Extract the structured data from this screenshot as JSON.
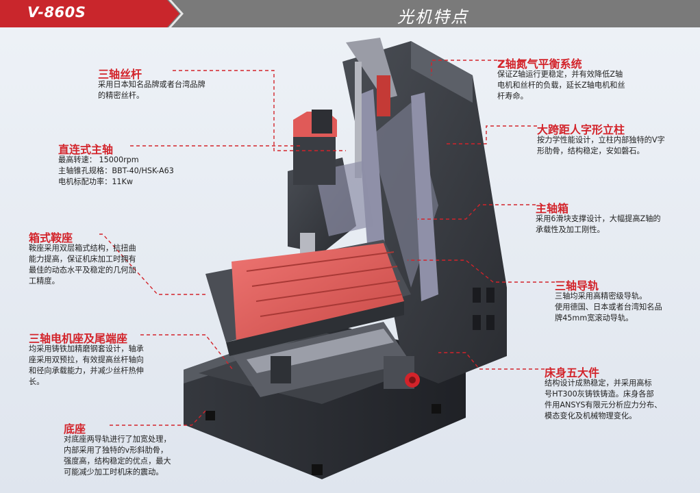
{
  "header": {
    "model": "V-860S",
    "section": "光机特点"
  },
  "callouts": {
    "ballscrew": {
      "title": "三轴丝杆",
      "lines": [
        "采用日本知名品牌或者台湾品牌",
        "的精密丝杆。"
      ]
    },
    "spindle": {
      "title": "直连式主轴",
      "lines": [
        "最高转速：  15000rpm",
        "主轴锥孔规格：BBT-40/HSK-A63",
        "电机标配功率：11Kw"
      ]
    },
    "saddle": {
      "title": "箱式鞍座",
      "lines": [
        "鞍座采用双层箱式结构，抗扭曲",
        "能力提高，保证机床加工时拥有",
        "最佳的动态水平及稳定的几何加",
        "工精度。"
      ]
    },
    "motor_seat": {
      "title": "三轴电机座及尾端座",
      "lines": [
        "均采用铸铁加精磨钢套设计，轴承",
        "座采用双预拉，有效提高丝杆轴向",
        "和径向承载能力，并减少丝杆热伸",
        "长。"
      ]
    },
    "base": {
      "title": "底座",
      "lines": [
        "对底座两导轨进行了加宽处理，",
        "内部采用了独特的v形斜肋骨，",
        "强度高，结构稳定的优点，最大",
        "可能减少加工时机床的震动。"
      ]
    },
    "nitrogen": {
      "title": "Z轴氮气平衡系统",
      "lines": [
        "保证Z轴运行更稳定，并有效降低Z轴",
        "电机和丝杆的负载，延长Z轴电机和丝",
        "杆寿命。"
      ]
    },
    "column": {
      "title": "大跨距人字形立柱",
      "lines": [
        "按力学性能设计，立柱内部独特的V字",
        "形肋骨，结构稳定，安如磐石。"
      ]
    },
    "headstock": {
      "title": "主轴箱",
      "lines": [
        "采用6滑块支撑设计，大幅提高Z轴的",
        "承载性及加工刚性。"
      ]
    },
    "guideway": {
      "title": "三轴导轨",
      "lines": [
        "三轴均采用高精密级导轨。",
        "使用德国、日本或者台湾知名品",
        "牌45mm宽滚动导轨。"
      ]
    },
    "bed": {
      "title": "床身五大件",
      "lines": [
        "结构设计成熟稳定，并采用高标",
        "号HT300灰铸铁铸造。床身各部",
        "件用ANSYS有限元分析应力分布、",
        "模态变化及机械物理变化。"
      ]
    }
  },
  "colors": {
    "accent": "#d3232a",
    "header_bar": "#7a7a7a",
    "model_tab": "#c9262c",
    "frame": "#3a3d43",
    "table_top": "#e0605e"
  },
  "icons": {
    "machine": "vertical-machining-center-illustration"
  }
}
